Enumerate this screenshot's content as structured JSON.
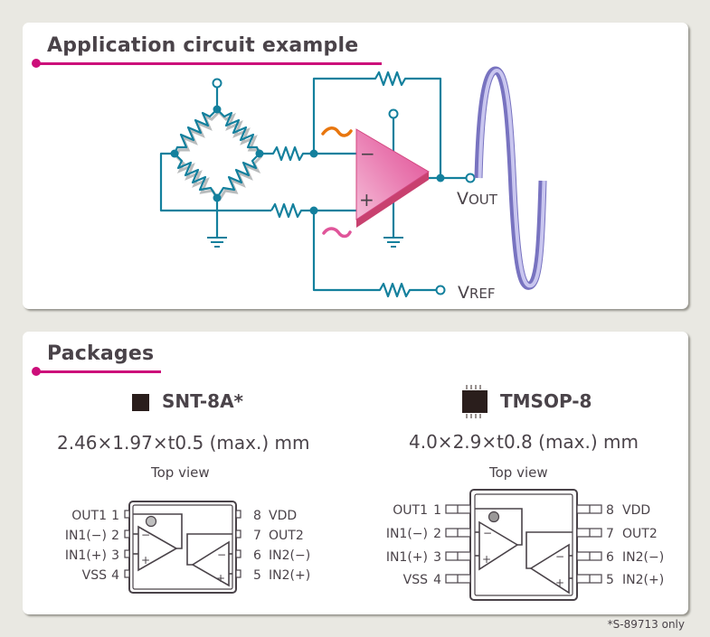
{
  "circuit_section": {
    "title": "Application circuit example",
    "labels": {
      "vout_v": "V",
      "vout_sub": "OUT",
      "vref_v": "V",
      "vref_sub": "REF",
      "minus": "−",
      "plus": "+"
    },
    "colors": {
      "wire": "#13809d",
      "opamp": "#e0559a",
      "inverting_signal": "#e8760e",
      "noninverting_signal": "#e0559a",
      "output_wave": "#9c97d8",
      "accent": "#cc0e7a"
    }
  },
  "packages_section": {
    "title": "Packages",
    "packages": [
      {
        "name": "SNT-8A*",
        "dimensions": "2.46×1.97×t0.5 (max.) mm",
        "view": "Top view",
        "pins_left": [
          {
            "name": "OUT1",
            "num": "1"
          },
          {
            "name": "IN1(−)",
            "num": "2"
          },
          {
            "name": "IN1(+)",
            "num": "3"
          },
          {
            "name": "VSS",
            "num": "4"
          }
        ],
        "pins_right": [
          {
            "num": "8",
            "name": "VDD"
          },
          {
            "num": "7",
            "name": "OUT2"
          },
          {
            "num": "6",
            "name": "IN2(−)"
          },
          {
            "num": "5",
            "name": "IN2(+)"
          }
        ]
      },
      {
        "name": "TMSOP-8",
        "dimensions": "4.0×2.9×t0.8 (max.) mm",
        "view": "Top view",
        "pins_left": [
          {
            "name": "OUT1",
            "num": "1"
          },
          {
            "name": "IN1(−)",
            "num": "2"
          },
          {
            "name": "IN1(+)",
            "num": "3"
          },
          {
            "name": "VSS",
            "num": "4"
          }
        ],
        "pins_right": [
          {
            "num": "8",
            "name": "VDD"
          },
          {
            "num": "7",
            "name": "OUT2"
          },
          {
            "num": "6",
            "name": "IN2(−)"
          },
          {
            "num": "5",
            "name": "IN2(+)"
          }
        ]
      }
    ],
    "ic_symbols": {
      "minus": "−",
      "plus": "+"
    }
  },
  "footnote": "*S-89713 only"
}
